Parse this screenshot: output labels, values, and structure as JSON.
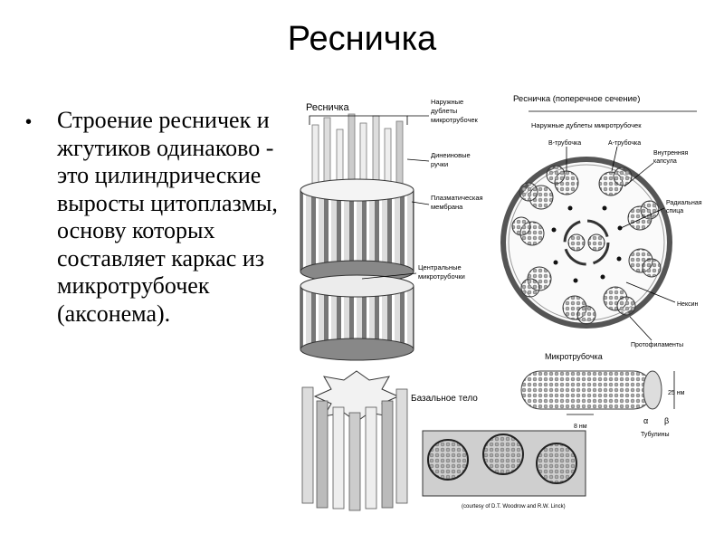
{
  "slide": {
    "title": "Ресничка",
    "bullet_text": "Строение ресничек и жгутиков одинаково - это цилиндрические выросты цитоплазмы, основу которых составляет каркас из микротрубочек (аксонема)."
  },
  "figure": {
    "label_cilium": "Ресничка",
    "label_cross_section": "Ресничка (поперечное сечение)",
    "label_outer_doublets": "Наружные дублеты микротрубочек",
    "label_outer_doublets_inner": "Наружные дублеты микротрубочек",
    "label_b_tubule": "B-трубочка",
    "label_a_tubule": "A-трубочка",
    "label_dynein_arms": "Динеиновые ручки",
    "label_plasma_membrane": "Плазматическая мембрана",
    "label_inner_capsule": "Внутренняя капсула",
    "label_radial_spoke": "Радиальная спица",
    "label_central_microtubules": "Центральные микротрубочки",
    "label_nexin": "Нексин",
    "label_microtubule": "Микротрубочка",
    "label_protofilaments": "Протофиламенты",
    "label_basal_body": "Базальное тело",
    "label_25nm": "25 нм",
    "label_8nm": "8 нм",
    "label_alpha": "α",
    "label_beta": "β",
    "label_tubulins": "Тубулины",
    "credit": "(courtesy of D.T. Woodrow and R.W. Linck)"
  }
}
